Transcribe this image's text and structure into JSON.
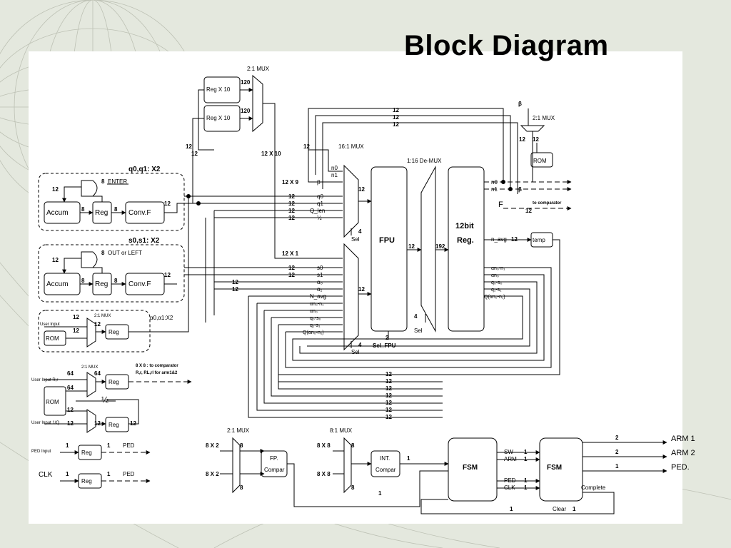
{
  "title": "Block Diagram",
  "labels": {
    "mux2_top": "2:1 MUX",
    "reg_x10_a": "Reg X 10",
    "reg_x10_b": "Reg X 10",
    "w120_a": "120",
    "w120_b": "120",
    "beta_top": "β",
    "w12_top1": "12",
    "w12_top2": "12",
    "w12_top3": "12",
    "mux2_right": "2:1 MUX",
    "w12_rm1": "12",
    "w12_rm2": "12",
    "rom_right": "ROM",
    "w12_l1": "12",
    "w12_l2": "12",
    "w12x10": "12 X 10",
    "w12_l3": "12",
    "mux16": "16:1 MUX",
    "demux": "1:16 De-MUX",
    "q01_group": "q0,q1: X2",
    "s01_group": "s0,s1: X2",
    "enter": "ENTER",
    "w8_enter": "8",
    "w12_g1": "12",
    "accum1": "Accum",
    "reg1": "Reg",
    "convf1": "Conv.F",
    "w8_a1": "8",
    "w8_b1": "8",
    "w12_c1": "12",
    "out_left": "OUT or LEFT",
    "w8_out": "8",
    "w12_g2": "12",
    "accum2": "Accum",
    "reg2": "Reg",
    "convf2": "Conv.F",
    "w8_a2": "8",
    "w8_b2": "8",
    "w12_c2": "12",
    "w12x9": "12 X 9",
    "beta_in": "β",
    "n0": "n0",
    "n1": "n1",
    "w12_q0": "12",
    "q0": "q0",
    "w12_q1": "12",
    "q1": "q1",
    "w12_qlen": "12",
    "q_len": "Q_len",
    "w12_half": "12",
    "half": "½",
    "w12_mux_out1": "12",
    "w4_sel1": "4",
    "sel1": "Sel",
    "w12x1": "12 X 1",
    "w12_s0": "12",
    "s0": "s0",
    "w12_s1": "12",
    "s1": "s1",
    "w12_a0": "12",
    "a0": "α₀",
    "w12_a1": "12",
    "a1": "α₁",
    "n_avg_in": "N_avg",
    "am1": "αn₀-n₁",
    "am2": "αn₀",
    "am3": "q₀-s₀",
    "am4": "q₁-s₁",
    "am5": "Q(αn₀-n₁)",
    "w12_mux_out2": "12",
    "w4_sel2": "4",
    "sel2": "Sel",
    "fpu": "FPU",
    "w12_fpu": "12",
    "w192": "192",
    "w2_fpu": "2",
    "sel_fpu": "Sel_FPU",
    "w4_dm": "4",
    "sel_dm": "Sel",
    "reg12_a": "12bit",
    "reg12_b": "Reg.",
    "out_n0": "n0",
    "out_n1": "n1",
    "out_beta": "β",
    "out_f": "F",
    "to_comp1": "to comparator",
    "w12_f": "12",
    "n_avg_out": "n_avg",
    "w12_navg": "12",
    "temp": "temp",
    "o1": "αn₀-n₁",
    "o2": "αn₀",
    "o3": "q₀-s₀",
    "o4": "q₁-s₁",
    "o5": "Q(αn₀-n₁)",
    "ui1": "User Input",
    "w12_ui1": "12",
    "mux_small1": "2:1 MUX",
    "w12_ui2": "12",
    "w12_ui3": "12",
    "reg_ui": "Reg",
    "rom_ui": "ROM",
    "a01": "α0,α1:X2",
    "mux_small2": "2:1 MUX",
    "comp8x8": "8 X 8 : to comparator",
    "r_rl": "R,r, RL,rl for arm1&2",
    "ui_r": "User Input R,r",
    "w64_1": "64",
    "w64_2": "64",
    "w64_3": "64",
    "reg_r1": "Reg",
    "rom_r": "ROM",
    "half_b": "½",
    "w12_r1": "12",
    "ui_q": "User Input 1/Q",
    "w12_r2": "12",
    "w12_r3": "12",
    "reg_r2": "Reg",
    "w12_r4": "12",
    "w12_bus1": "12",
    "w12_bus2": "12",
    "w12_bus3": "12",
    "w12_bus4": "12",
    "w12_bus5": "12",
    "w12_bus6": "12",
    "w12_bus7": "12",
    "ped_input": "PED Input",
    "w1_ped1": "1",
    "reg_ped": "Reg",
    "w1_ped2": "1",
    "ped_out": "PED",
    "clk": "CLK",
    "w1_clk1": "1",
    "reg_clk": "Reg",
    "w1_clk2": "1",
    "ped_out2": "PED",
    "mux21_b": "2:1 MUX",
    "w8x2_a": "8 X 2",
    "w8_fa": "8",
    "w8x2_b": "8 X 2",
    "w8_fb": "8",
    "fp_a": "FP.",
    "fp_b": "Compar",
    "mux81": "8:1 MUX",
    "w8x8_a": "8 X 8",
    "w8_ia": "8",
    "w8x8_b": "8 X 8",
    "w8_ib": "8",
    "int_a": "INT.",
    "int_b": "Compar",
    "w1_int": "1",
    "w1_fp": "1",
    "fsm1": "FSM",
    "fsm2": "FSM",
    "sw": "SW",
    "w1_sw": "1",
    "arm": "ARM",
    "w1_arm": "1",
    "ped_f": "PED",
    "w1_pedf": "1",
    "clk_f": "CLK",
    "w1_clkf": "1",
    "complete": "Complete",
    "w1_clr1": "1",
    "clear": "Clear",
    "w1_clr2": "1",
    "w2_arm1": "2",
    "arm1": "ARM 1",
    "w2_arm2": "2",
    "arm2": "ARM 2",
    "w1_ped": "1",
    "ped_label": "PED."
  }
}
